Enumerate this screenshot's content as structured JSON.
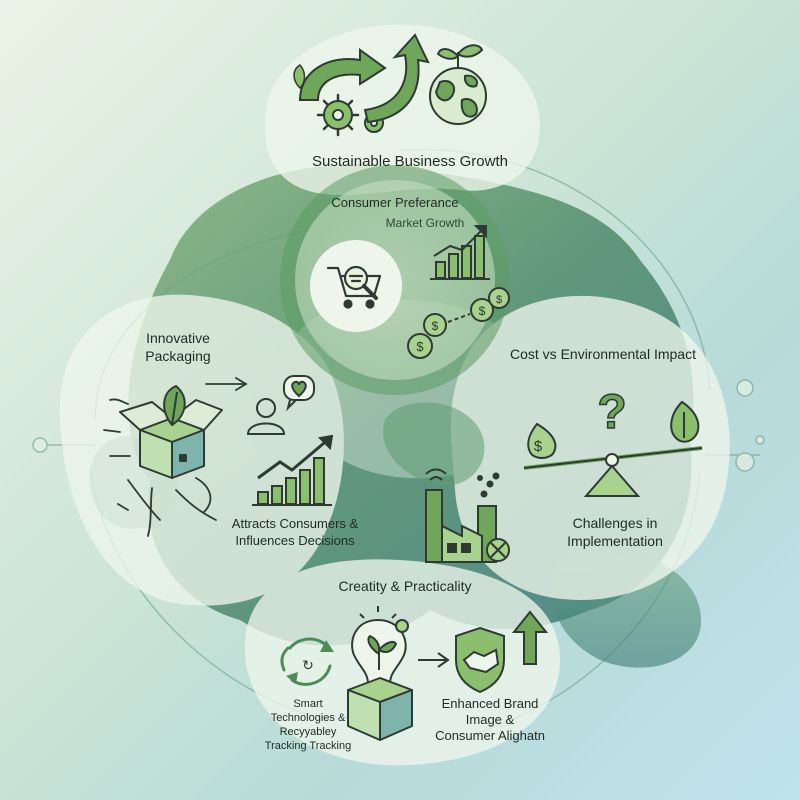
{
  "labels": {
    "sustainable_growth": "Sustainable Business Growth",
    "consumer_preference": "Consumer Preferance",
    "market_growth": "Market Growth",
    "innovative_packaging_1": "Innovative",
    "innovative_packaging_2": "Packaging",
    "cost_vs_impact": "Cost vs Environmental Impact",
    "attracts_1": "Attracts Consumers &",
    "attracts_2": "Influences Decisions",
    "challenges_1": "Challenges in",
    "challenges_2": "Implementation",
    "creativity": "Creatity & Practicality",
    "smart_1": "Smart",
    "smart_2": "Technologies &",
    "smart_3": "Recyyabley",
    "smart_4": "Tracking Tracking",
    "enhanced_1": "Enhanced Brand",
    "enhanced_2": "Image &",
    "enhanced_3": "Consumer Alighatn"
  },
  "icons": [
    "gears-icon",
    "growth-arrow-icon",
    "globe-sprout-icon",
    "shopping-cart-search-icon",
    "bar-chart-up-icon",
    "coins-icon",
    "question-mark-icon",
    "balance-scale-icon",
    "open-box-leaf-icon",
    "person-heart-icon",
    "line-chart-up-icon",
    "factory-icon",
    "recycle-arrows-icon",
    "lightbulb-sprout-icon",
    "shield-handshake-icon",
    "up-arrow-icon"
  ],
  "colors": {
    "accent_green": "#5f9a4e",
    "light_green": "#b6d69a",
    "dark_outline": "#2d3b33",
    "teal": "#4c8a84"
  }
}
